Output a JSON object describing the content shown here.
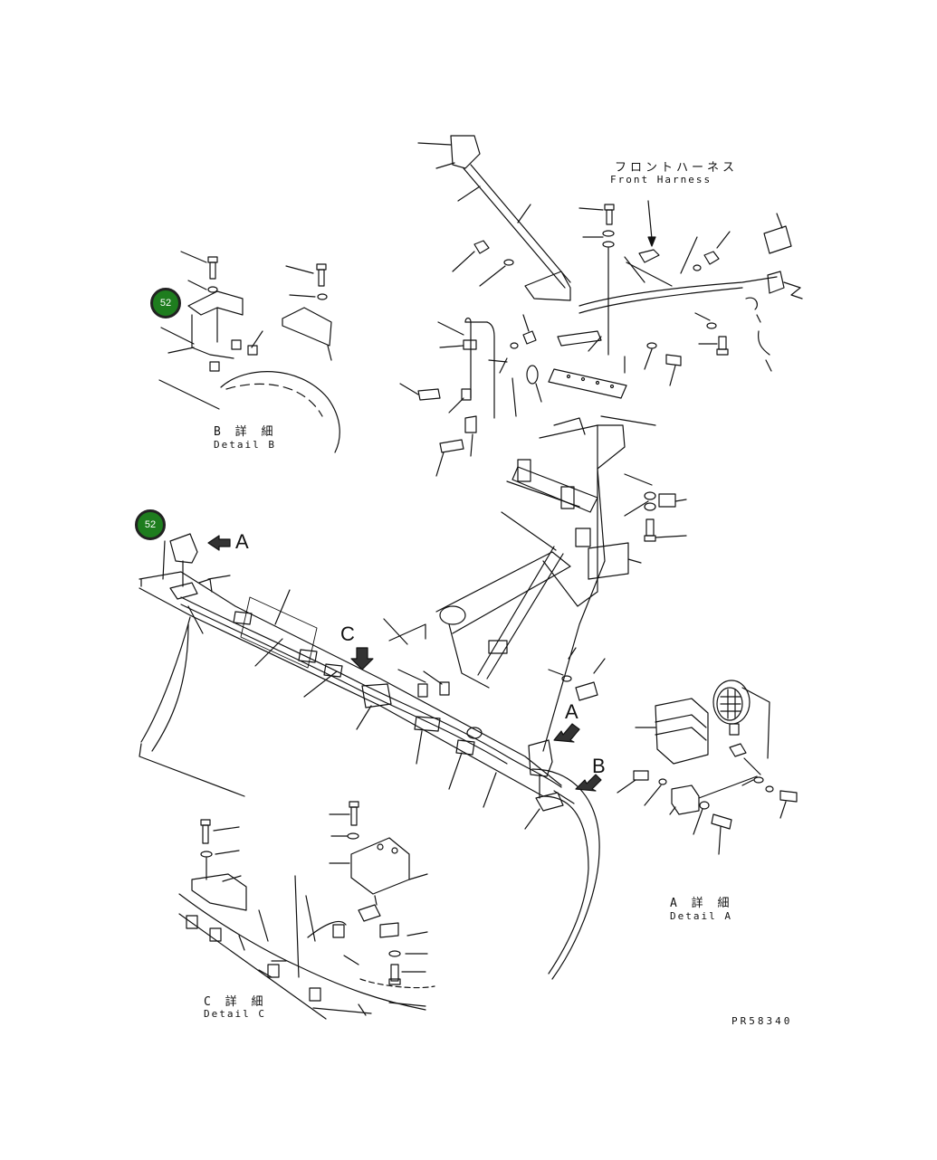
{
  "drawing_number": "PR58340",
  "front_harness": {
    "jp": "フロントハーネス",
    "en": "Front Harness"
  },
  "detail_b": {
    "jp": "B 詳 細",
    "en": "Detail B"
  },
  "detail_a": {
    "jp": "A 詳 細",
    "en": "Detail A"
  },
  "detail_c": {
    "jp": "C 詳 細",
    "en": "Detail C"
  },
  "view_markers": {
    "a": "A",
    "b": "B",
    "c": "C"
  },
  "callouts": {
    "one": "52",
    "two": "52"
  },
  "colors": {
    "callout_fill": "#1e7d1e",
    "line": "#111111"
  }
}
